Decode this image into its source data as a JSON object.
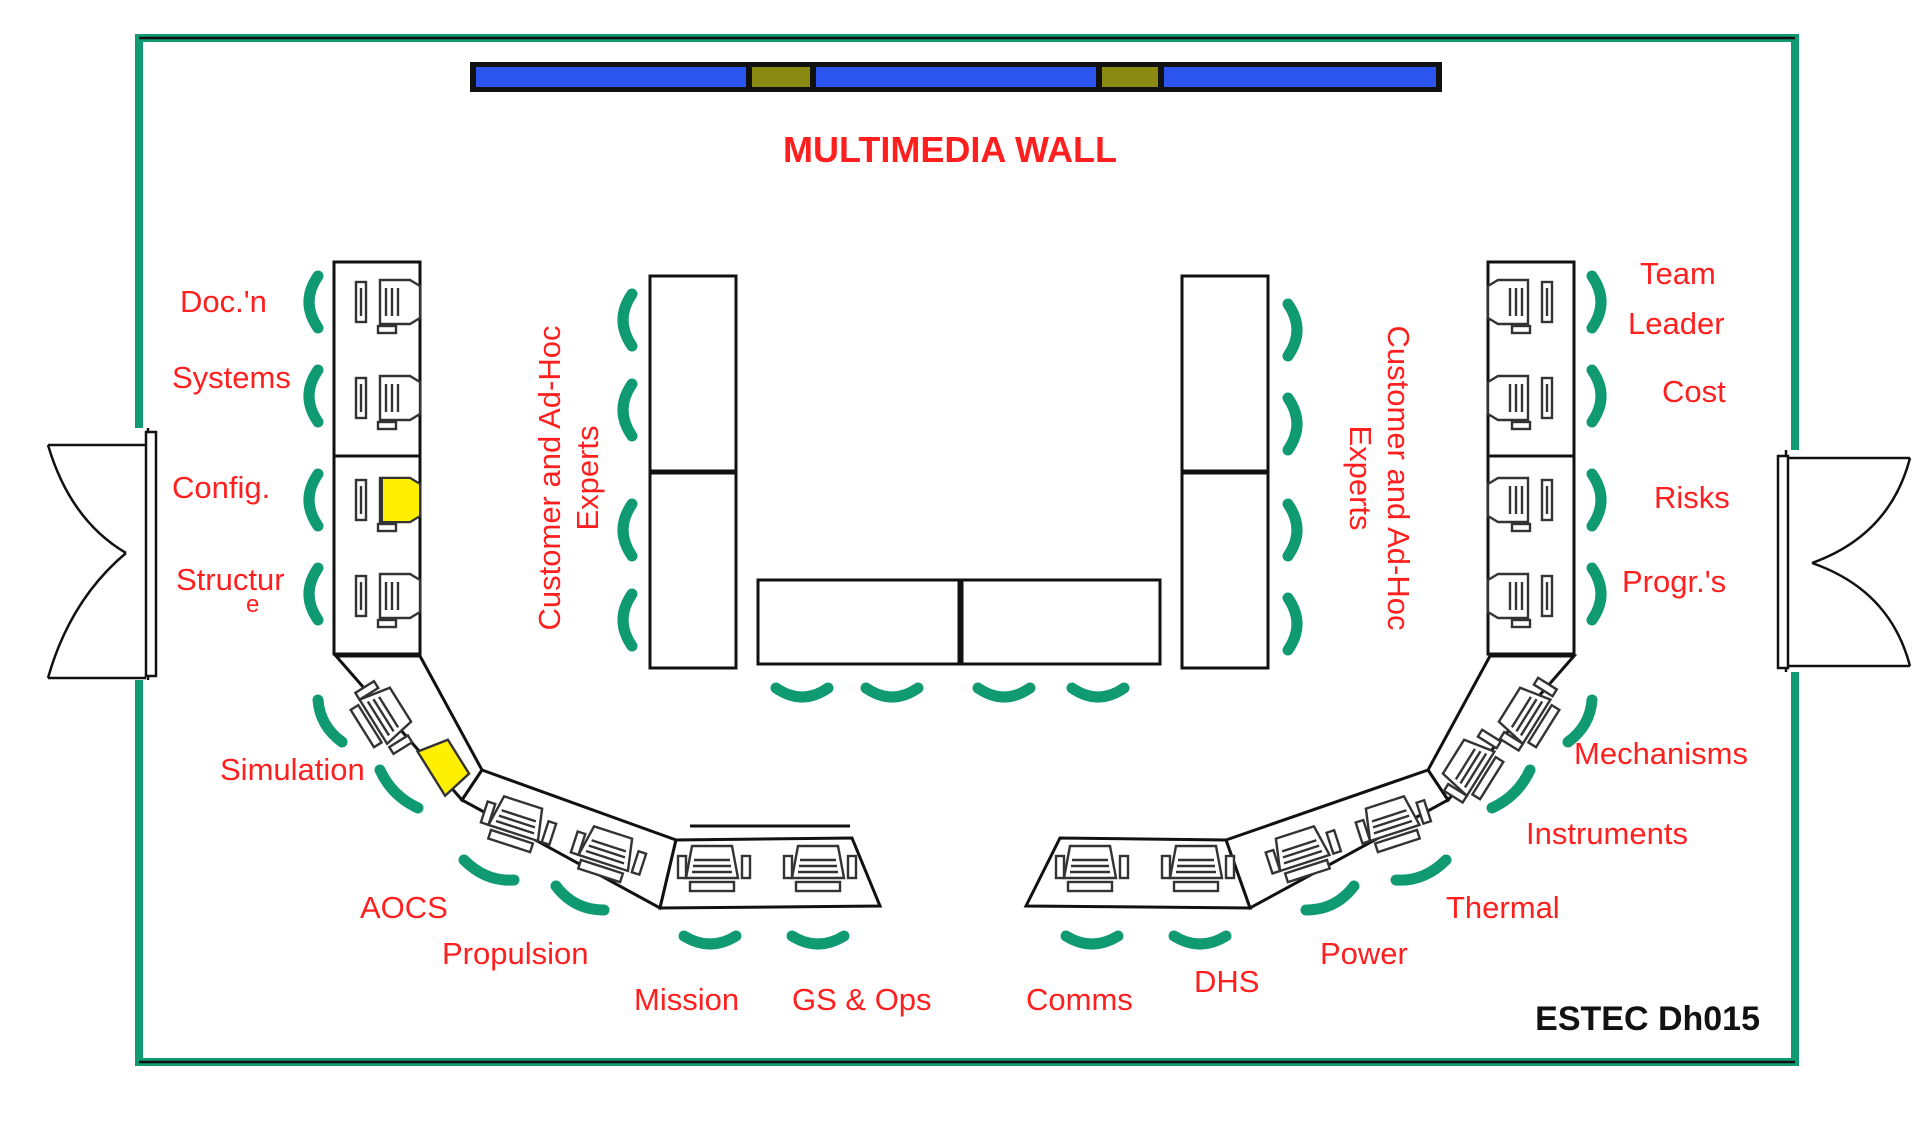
{
  "diagram": {
    "wall_label": "MULTIMEDIA WALL",
    "room_tag": "ESTEC Dh015",
    "left_expert_label": [
      "Customer and Ad-Hoc",
      "Experts"
    ],
    "right_expert_label": [
      "Customer and Ad-Hoc",
      "Experts"
    ],
    "stations": {
      "doc": "Doc.'n",
      "systems": "Systems",
      "config": "Config.",
      "structure": [
        "Structur",
        "e"
      ],
      "team_leader": [
        "Team",
        "Leader"
      ],
      "cost": "Cost",
      "risks": "Risks",
      "programmatics": "Progr.'s",
      "simulation": "Simulation",
      "aocs": "AOCS",
      "propulsion": "Propulsion",
      "mission": "Mission",
      "gs_ops": "GS & Ops",
      "comms": "Comms",
      "dhs": "DHS",
      "power": "Power",
      "thermal": "Thermal",
      "instruments": "Instruments",
      "mechanisms": "Mechanisms"
    },
    "colors": {
      "wall_frame": "#0f9a72",
      "label": "#ff1f1f",
      "screen": "#2b55ee",
      "screen_gap": "#8a8a12",
      "highlight_pc": "#ffef00",
      "chair": "#0f9a72"
    }
  }
}
